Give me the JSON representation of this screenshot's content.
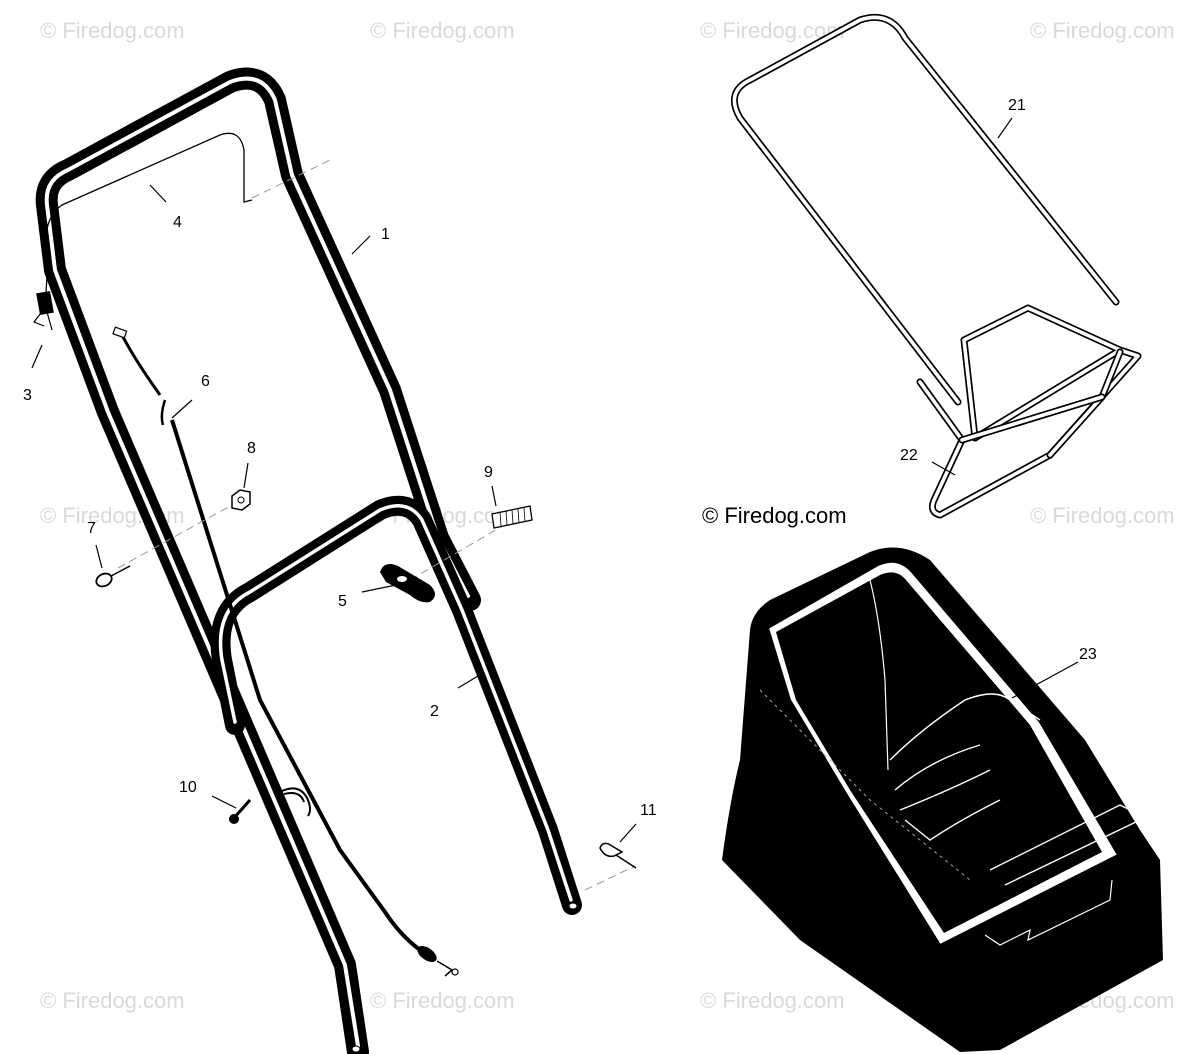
{
  "watermark_text": "© Firedog.com",
  "credit_text": "© Firedog.com",
  "callouts": {
    "c1": "1",
    "c2": "2",
    "c3": "3",
    "c4": "4",
    "c5": "5",
    "c6": "6",
    "c7": "7",
    "c8": "8",
    "c9": "9",
    "c10": "10",
    "c11": "11",
    "c21": "21",
    "c22": "22",
    "c23": "23"
  },
  "colors": {
    "ink": "#000000",
    "watermark": "#d9d9d9",
    "background": "#ffffff"
  }
}
